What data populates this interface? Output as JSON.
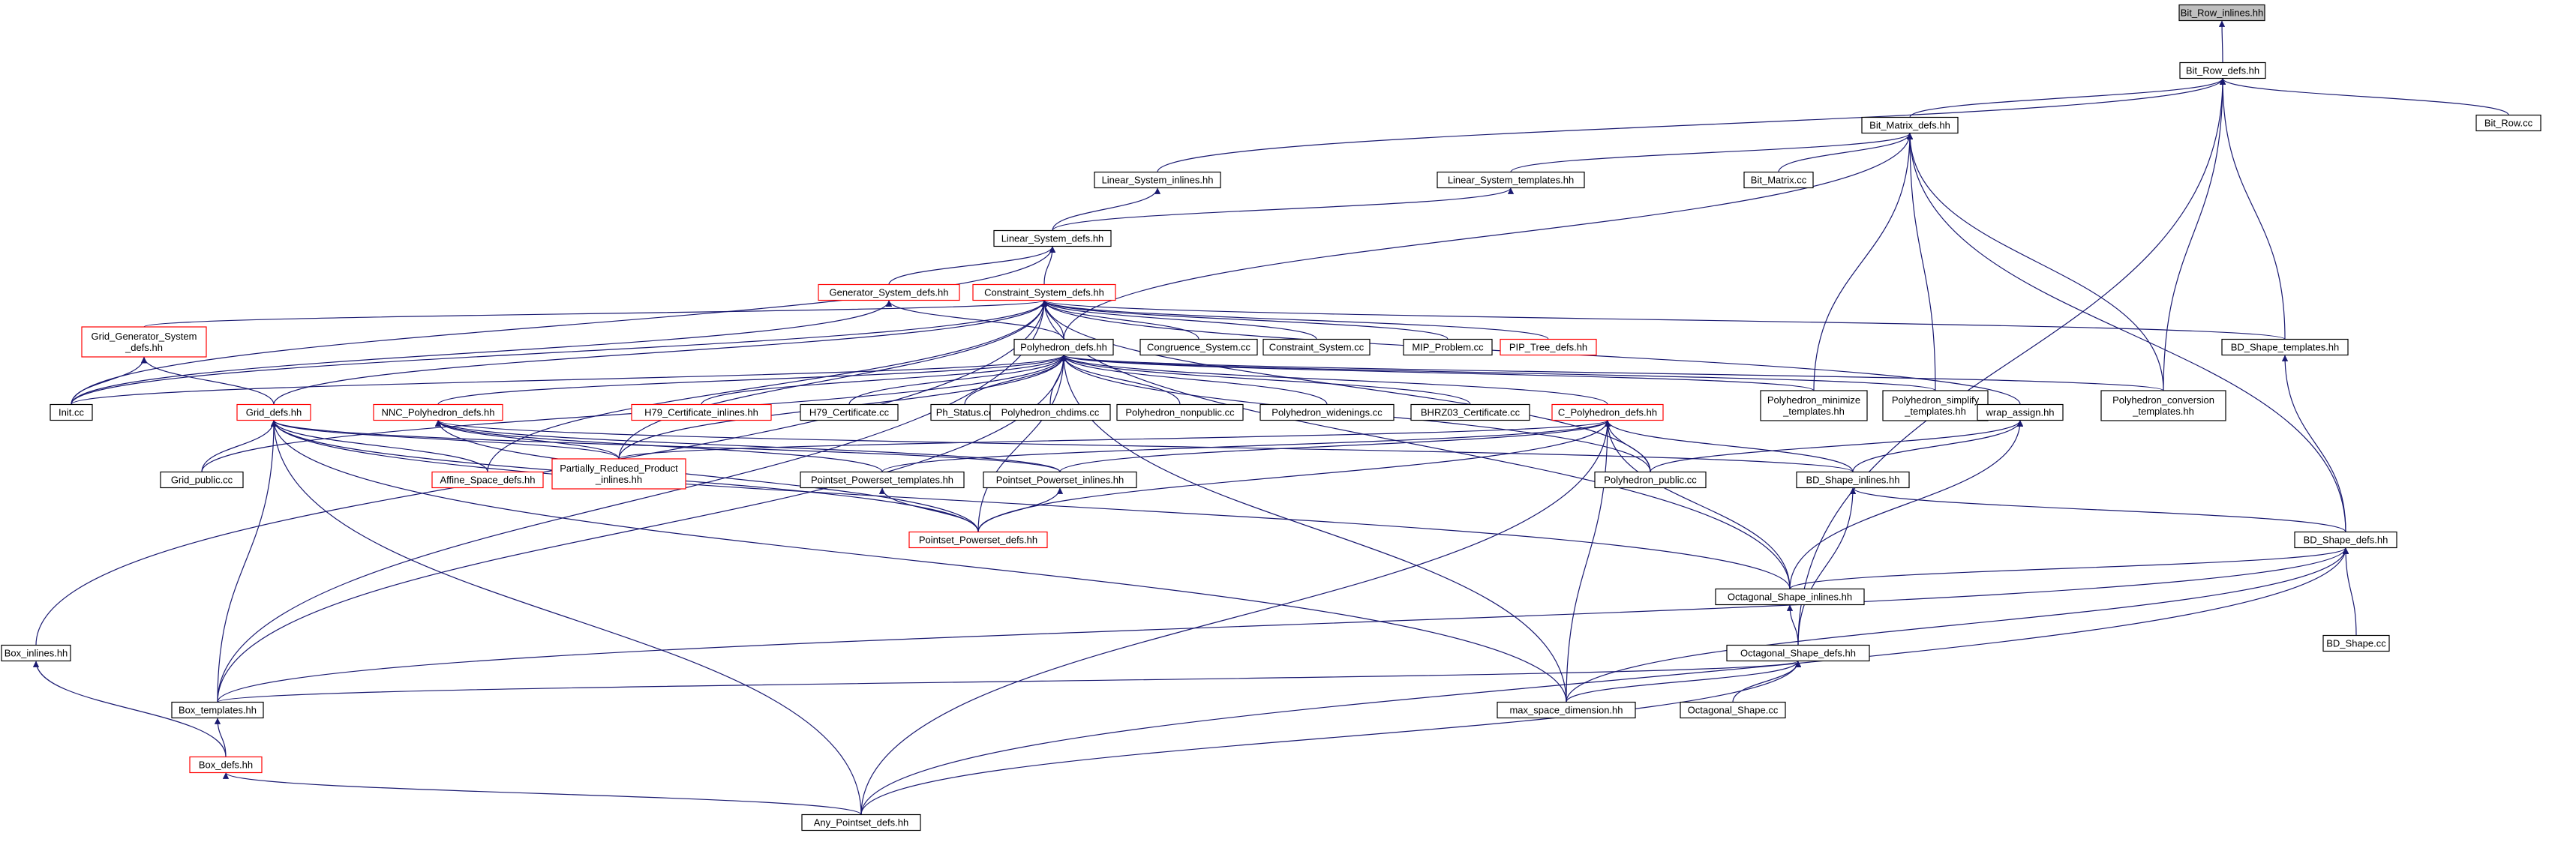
{
  "colors": {
    "edge": "#191970",
    "node_border": "#000000",
    "node_border_incomplete": "#ff0000",
    "root_fill": "#bfbfbf",
    "background": "#ffffff"
  },
  "nodes": [
    {
      "id": "bit_row_inlines",
      "lines": [
        "Bit_Row_inlines.hh"
      ],
      "style": "root"
    },
    {
      "id": "bit_row_defs",
      "lines": [
        "Bit_Row_defs.hh"
      ],
      "style": "normal"
    },
    {
      "id": "bit_row_cc",
      "lines": [
        "Bit_Row.cc"
      ],
      "style": "normal"
    },
    {
      "id": "bit_matrix_defs",
      "lines": [
        "Bit_Matrix_defs.hh"
      ],
      "style": "normal"
    },
    {
      "id": "linear_system_inlines",
      "lines": [
        "Linear_System_inlines.hh"
      ],
      "style": "normal"
    },
    {
      "id": "linear_system_templates",
      "lines": [
        "Linear_System_templates.hh"
      ],
      "style": "normal"
    },
    {
      "id": "bit_matrix_cc",
      "lines": [
        "Bit_Matrix.cc"
      ],
      "style": "normal"
    },
    {
      "id": "linear_system_defs",
      "lines": [
        "Linear_System_defs.hh"
      ],
      "style": "normal"
    },
    {
      "id": "generator_system_defs",
      "lines": [
        "Generator_System_defs.hh"
      ],
      "style": "red"
    },
    {
      "id": "constraint_system_defs",
      "lines": [
        "Constraint_System_defs.hh"
      ],
      "style": "red"
    },
    {
      "id": "grid_generator_system_defs",
      "lines": [
        "Grid_Generator_System",
        "_defs.hh"
      ],
      "style": "red"
    },
    {
      "id": "polyhedron_defs",
      "lines": [
        "Polyhedron_defs.hh"
      ],
      "style": "normal"
    },
    {
      "id": "congruence_system_cc",
      "lines": [
        "Congruence_System.cc"
      ],
      "style": "normal"
    },
    {
      "id": "constraint_system_cc",
      "lines": [
        "Constraint_System.cc"
      ],
      "style": "normal"
    },
    {
      "id": "mip_problem_cc",
      "lines": [
        "MIP_Problem.cc"
      ],
      "style": "normal"
    },
    {
      "id": "pip_tree_defs",
      "lines": [
        "PIP_Tree_defs.hh"
      ],
      "style": "red"
    },
    {
      "id": "bd_shape_templates",
      "lines": [
        "BD_Shape_templates.hh"
      ],
      "style": "normal"
    },
    {
      "id": "init_cc",
      "lines": [
        "Init.cc"
      ],
      "style": "normal"
    },
    {
      "id": "grid_defs",
      "lines": [
        "Grid_defs.hh"
      ],
      "style": "red"
    },
    {
      "id": "nnc_polyhedron_defs",
      "lines": [
        "NNC_Polyhedron_defs.hh"
      ],
      "style": "red"
    },
    {
      "id": "h79_certificate_inlines",
      "lines": [
        "H79_Certificate_inlines.hh"
      ],
      "style": "red"
    },
    {
      "id": "h79_certificate_cc",
      "lines": [
        "H79_Certificate.cc"
      ],
      "style": "normal"
    },
    {
      "id": "ph_status_cc",
      "lines": [
        "Ph_Status.cc"
      ],
      "style": "normal"
    },
    {
      "id": "polyhedron_chdims_cc",
      "lines": [
        "Polyhedron_chdims.cc"
      ],
      "style": "normal"
    },
    {
      "id": "polyhedron_nonpublic_cc",
      "lines": [
        "Polyhedron_nonpublic.cc"
      ],
      "style": "normal"
    },
    {
      "id": "polyhedron_widenings_cc",
      "lines": [
        "Polyhedron_widenings.cc"
      ],
      "style": "normal"
    },
    {
      "id": "bhrz03_certificate_cc",
      "lines": [
        "BHRZ03_Certificate.cc"
      ],
      "style": "normal"
    },
    {
      "id": "c_polyhedron_defs",
      "lines": [
        "C_Polyhedron_defs.hh"
      ],
      "style": "red"
    },
    {
      "id": "polyhedron_minimize_templates",
      "lines": [
        "Polyhedron_minimize",
        "_templates.hh"
      ],
      "style": "normal"
    },
    {
      "id": "polyhedron_simplify_templates",
      "lines": [
        "Polyhedron_simplify",
        "_templates.hh"
      ],
      "style": "normal"
    },
    {
      "id": "wrap_assign",
      "lines": [
        "wrap_assign.hh"
      ],
      "style": "normal"
    },
    {
      "id": "polyhedron_conversion_templates",
      "lines": [
        "Polyhedron_conversion",
        "_templates.hh"
      ],
      "style": "normal"
    },
    {
      "id": "grid_public_cc",
      "lines": [
        "Grid_public.cc"
      ],
      "style": "normal"
    },
    {
      "id": "affine_space_defs",
      "lines": [
        "Affine_Space_defs.hh"
      ],
      "style": "red"
    },
    {
      "id": "partially_reduced_product_inlines",
      "lines": [
        "Partially_Reduced_Product",
        "_inlines.hh"
      ],
      "style": "red"
    },
    {
      "id": "pointset_powerset_templates",
      "lines": [
        "Pointset_Powerset_templates.hh"
      ],
      "style": "normal"
    },
    {
      "id": "pointset_powerset_inlines",
      "lines": [
        "Pointset_Powerset_inlines.hh"
      ],
      "style": "normal"
    },
    {
      "id": "polyhedron_public_cc",
      "lines": [
        "Polyhedron_public.cc"
      ],
      "style": "normal"
    },
    {
      "id": "bd_shape_inlines",
      "lines": [
        "BD_Shape_inlines.hh"
      ],
      "style": "normal"
    },
    {
      "id": "pointset_powerset_defs",
      "lines": [
        "Pointset_Powerset_defs.hh"
      ],
      "style": "red"
    },
    {
      "id": "bd_shape_defs",
      "lines": [
        "BD_Shape_defs.hh"
      ],
      "style": "normal"
    },
    {
      "id": "octagonal_shape_inlines",
      "lines": [
        "Octagonal_Shape_inlines.hh"
      ],
      "style": "normal"
    },
    {
      "id": "bd_shape_cc",
      "lines": [
        "BD_Shape.cc"
      ],
      "style": "normal"
    },
    {
      "id": "box_inlines",
      "lines": [
        "Box_inlines.hh"
      ],
      "style": "normal"
    },
    {
      "id": "octagonal_shape_defs",
      "lines": [
        "Octagonal_Shape_defs.hh"
      ],
      "style": "normal"
    },
    {
      "id": "box_templates",
      "lines": [
        "Box_templates.hh"
      ],
      "style": "normal"
    },
    {
      "id": "max_space_dimension",
      "lines": [
        "max_space_dimension.hh"
      ],
      "style": "normal"
    },
    {
      "id": "octagonal_shape_cc",
      "lines": [
        "Octagonal_Shape.cc"
      ],
      "style": "normal"
    },
    {
      "id": "box_defs",
      "lines": [
        "Box_defs.hh"
      ],
      "style": "red"
    },
    {
      "id": "any_pointset_defs",
      "lines": [
        "Any_Pointset_defs.hh"
      ],
      "style": "normal"
    }
  ],
  "edges": [
    [
      "bit_row_inlines",
      "bit_row_defs"
    ],
    [
      "bit_row_defs",
      "bit_row_cc"
    ],
    [
      "bit_row_defs",
      "bit_matrix_defs"
    ],
    [
      "bit_row_defs",
      "linear_system_inlines"
    ],
    [
      "bit_row_defs",
      "bd_shape_templates"
    ],
    [
      "bit_row_defs",
      "polyhedron_conversion_templates"
    ],
    [
      "bit_row_defs",
      "octagonal_shape_defs"
    ],
    [
      "bit_matrix_defs",
      "linear_system_templates"
    ],
    [
      "bit_matrix_defs",
      "bit_matrix_cc"
    ],
    [
      "bit_matrix_defs",
      "polyhedron_defs"
    ],
    [
      "bit_matrix_defs",
      "polyhedron_minimize_templates"
    ],
    [
      "bit_matrix_defs",
      "polyhedron_simplify_templates"
    ],
    [
      "bit_matrix_defs",
      "polyhedron_conversion_templates"
    ],
    [
      "bit_matrix_defs",
      "bd_shape_defs"
    ],
    [
      "linear_system_inlines",
      "linear_system_defs"
    ],
    [
      "linear_system_templates",
      "linear_system_defs"
    ],
    [
      "linear_system_defs",
      "generator_system_defs"
    ],
    [
      "linear_system_defs",
      "constraint_system_defs"
    ],
    [
      "linear_system_defs",
      "init_cc"
    ],
    [
      "generator_system_defs",
      "polyhedron_defs"
    ],
    [
      "generator_system_defs",
      "init_cc"
    ],
    [
      "constraint_system_defs",
      "grid_generator_system_defs"
    ],
    [
      "constraint_system_defs",
      "polyhedron_defs"
    ],
    [
      "constraint_system_defs",
      "congruence_system_cc"
    ],
    [
      "constraint_system_defs",
      "constraint_system_cc"
    ],
    [
      "constraint_system_defs",
      "mip_problem_cc"
    ],
    [
      "constraint_system_defs",
      "pip_tree_defs"
    ],
    [
      "constraint_system_defs",
      "bd_shape_templates"
    ],
    [
      "constraint_system_defs",
      "init_cc"
    ],
    [
      "constraint_system_defs",
      "grid_defs"
    ],
    [
      "constraint_system_defs",
      "box_inlines"
    ],
    [
      "constraint_system_defs",
      "box_templates"
    ],
    [
      "constraint_system_defs",
      "octagonal_shape_inlines"
    ],
    [
      "constraint_system_defs",
      "wrap_assign"
    ],
    [
      "constraint_system_defs",
      "polyhedron_public_cc"
    ],
    [
      "constraint_system_defs",
      "affine_space_defs"
    ],
    [
      "constraint_system_defs",
      "partially_reduced_product_inlines"
    ],
    [
      "grid_generator_system_defs",
      "init_cc"
    ],
    [
      "grid_generator_system_defs",
      "grid_defs"
    ],
    [
      "polyhedron_defs",
      "init_cc"
    ],
    [
      "polyhedron_defs",
      "nnc_polyhedron_defs"
    ],
    [
      "polyhedron_defs",
      "h79_certificate_inlines"
    ],
    [
      "polyhedron_defs",
      "h79_certificate_cc"
    ],
    [
      "polyhedron_defs",
      "ph_status_cc"
    ],
    [
      "polyhedron_defs",
      "polyhedron_chdims_cc"
    ],
    [
      "polyhedron_defs",
      "polyhedron_nonpublic_cc"
    ],
    [
      "polyhedron_defs",
      "polyhedron_widenings_cc"
    ],
    [
      "polyhedron_defs",
      "bhrz03_certificate_cc"
    ],
    [
      "polyhedron_defs",
      "c_polyhedron_defs"
    ],
    [
      "polyhedron_defs",
      "polyhedron_minimize_templates"
    ],
    [
      "polyhedron_defs",
      "polyhedron_simplify_templates"
    ],
    [
      "polyhedron_defs",
      "polyhedron_conversion_templates"
    ],
    [
      "polyhedron_defs",
      "polyhedron_public_cc"
    ],
    [
      "polyhedron_defs",
      "grid_public_cc"
    ],
    [
      "polyhedron_defs",
      "box_templates"
    ],
    [
      "polyhedron_defs",
      "pointset_powerset_defs"
    ],
    [
      "polyhedron_defs",
      "max_space_dimension"
    ],
    [
      "polyhedron_defs",
      "partially_reduced_product_inlines"
    ],
    [
      "bd_shape_templates",
      "bd_shape_defs"
    ],
    [
      "grid_defs",
      "grid_public_cc"
    ],
    [
      "grid_defs",
      "affine_space_defs"
    ],
    [
      "grid_defs",
      "partially_reduced_product_inlines"
    ],
    [
      "grid_defs",
      "pointset_powerset_inlines"
    ],
    [
      "grid_defs",
      "pointset_powerset_defs"
    ],
    [
      "grid_defs",
      "octagonal_shape_inlines"
    ],
    [
      "grid_defs",
      "box_templates"
    ],
    [
      "grid_defs",
      "max_space_dimension"
    ],
    [
      "grid_defs",
      "any_pointset_defs"
    ],
    [
      "nnc_polyhedron_defs",
      "partially_reduced_product_inlines"
    ],
    [
      "nnc_polyhedron_defs",
      "pointset_powerset_templates"
    ],
    [
      "nnc_polyhedron_defs",
      "pointset_powerset_inlines"
    ],
    [
      "nnc_polyhedron_defs",
      "pointset_powerset_defs"
    ],
    [
      "nnc_polyhedron_defs",
      "bd_shape_inlines"
    ],
    [
      "c_polyhedron_defs",
      "polyhedron_public_cc"
    ],
    [
      "c_polyhedron_defs",
      "partially_reduced_product_inlines"
    ],
    [
      "c_polyhedron_defs",
      "pointset_powerset_templates"
    ],
    [
      "c_polyhedron_defs",
      "pointset_powerset_inlines"
    ],
    [
      "c_polyhedron_defs",
      "pointset_powerset_defs"
    ],
    [
      "c_polyhedron_defs",
      "bd_shape_inlines"
    ],
    [
      "c_polyhedron_defs",
      "octagonal_shape_inlines"
    ],
    [
      "c_polyhedron_defs",
      "max_space_dimension"
    ],
    [
      "c_polyhedron_defs",
      "any_pointset_defs"
    ],
    [
      "wrap_assign",
      "polyhedron_public_cc"
    ],
    [
      "wrap_assign",
      "bd_shape_inlines"
    ],
    [
      "wrap_assign",
      "octagonal_shape_inlines"
    ],
    [
      "pointset_powerset_templates",
      "pointset_powerset_defs"
    ],
    [
      "pointset_powerset_inlines",
      "pointset_powerset_defs"
    ],
    [
      "bd_shape_inlines",
      "bd_shape_defs"
    ],
    [
      "bd_shape_inlines",
      "octagonal_shape_defs"
    ],
    [
      "bd_shape_defs",
      "bd_shape_cc"
    ],
    [
      "bd_shape_defs",
      "octagonal_shape_inlines"
    ],
    [
      "bd_shape_defs",
      "box_templates"
    ],
    [
      "bd_shape_defs",
      "max_space_dimension"
    ],
    [
      "bd_shape_defs",
      "any_pointset_defs"
    ],
    [
      "octagonal_shape_inlines",
      "octagonal_shape_defs"
    ],
    [
      "octagonal_shape_defs",
      "octagonal_shape_cc"
    ],
    [
      "octagonal_shape_defs",
      "box_templates"
    ],
    [
      "octagonal_shape_defs",
      "max_space_dimension"
    ],
    [
      "octagonal_shape_defs",
      "any_pointset_defs"
    ],
    [
      "box_inlines",
      "box_defs"
    ],
    [
      "box_templates",
      "box_defs"
    ],
    [
      "box_defs",
      "any_pointset_defs"
    ]
  ]
}
